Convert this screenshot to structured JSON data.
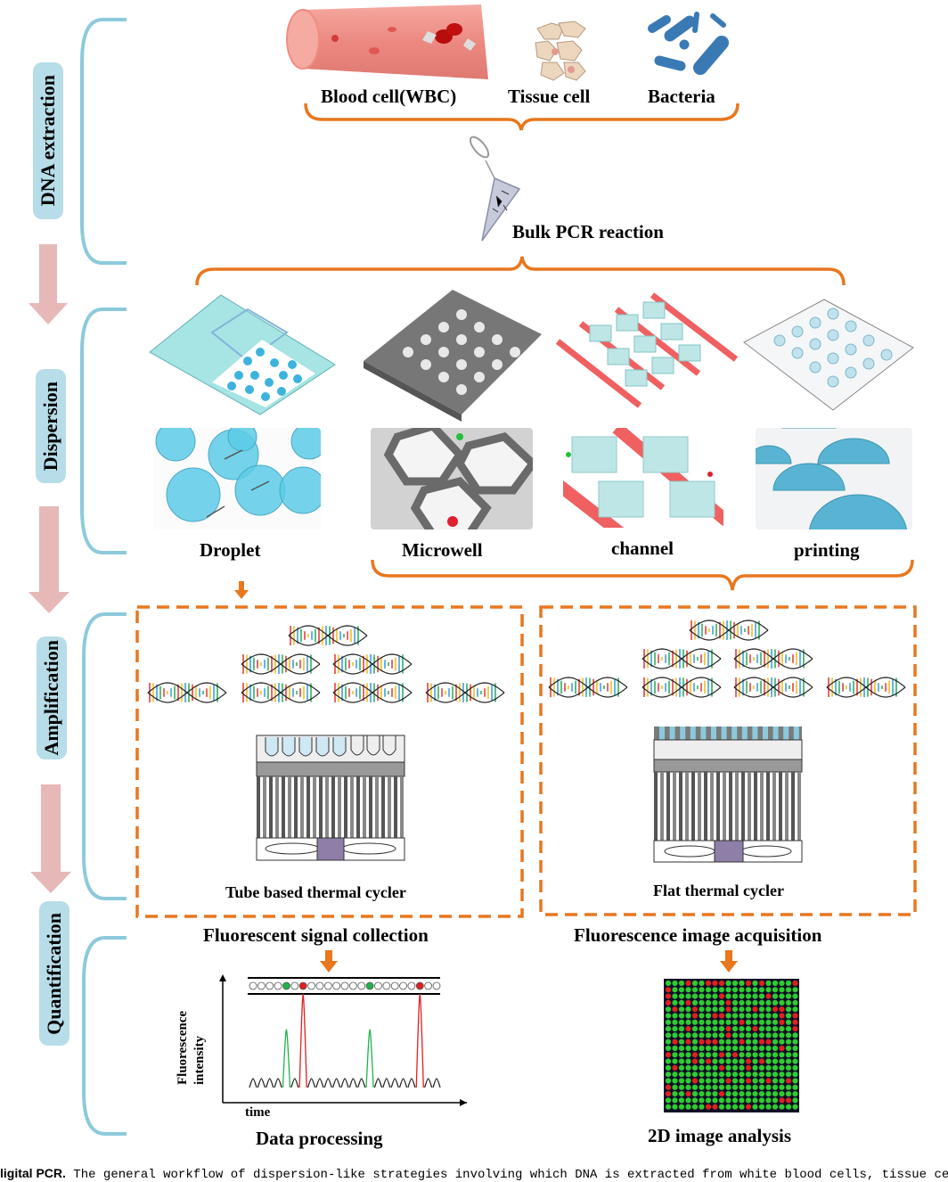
{
  "stages": [
    {
      "label": "DNA extraction"
    },
    {
      "label": "Dispersion"
    },
    {
      "label": "Amplification"
    },
    {
      "label": "Quantification"
    }
  ],
  "sources": [
    {
      "label": "Blood cell(WBC)"
    },
    {
      "label": "Tissue cell"
    },
    {
      "label": "Bacteria"
    }
  ],
  "bulk_pcr": {
    "label": "Bulk PCR reaction"
  },
  "dispersion_methods": [
    {
      "label": "Droplet"
    },
    {
      "label": "Microwell"
    },
    {
      "label": "channel"
    },
    {
      "label": "printing"
    }
  ],
  "amplification": {
    "left_label": "Tube based thermal cycler",
    "right_label": "Flat thermal cycler",
    "dna_rows": [
      1,
      2,
      4
    ]
  },
  "quantification": {
    "left_title": "Fluorescent signal collection",
    "right_title": "Fluorescence image acquisition",
    "plot_ylabel_1": "Fluorescence",
    "plot_ylabel_2": "intensity",
    "plot_xlabel": "time",
    "left_footer": "Data processing",
    "right_footer": "2D image analysis",
    "droplet_sequence": "OOOOGOROOOOOOOGOOOOOROO",
    "grid_rows": [
      "GGGRGGRRRGGGRGRGGGGR",
      "RGGGGGGGGGGGGGGGGGGG",
      "RGGGGGGGRGGGGGGRGGGG",
      "RGGRGGGGGRGGGGGGGGGG",
      "GRGGRGGGGRGGGRGGRRGG",
      "GGGGRGGRRGGGGGGGGRGR",
      "GGGGGGGGGGGRGGGGGRGR",
      "GGGRGGGGGRGGGRGGGGGR",
      "GGGGGGGGGRGGGGGGGGGG",
      "GRGRGRRRGGGRGGRRGGGG",
      "GGGGGGGGGGGGGGGGGRGG",
      "RGGGRGGGRGRGGGGGGGGG",
      "GGGGRGRGGGGGRGRGGGGG",
      "GRGGGGGGRGGGRGGGGGGG",
      "GGGGGGGGGGGGGGGGGGGG",
      "GGGGRGGGGRGGRGGRGGRG",
      "RGGGGGGGGGGGGGGGGGGG",
      "RGGRGGGGRGGGGGGGGGGG",
      "GGGGGGGGGGGGGGGGGRRG",
      "GGGGGGRRGGGGRGGGGGGG"
    ]
  },
  "caption": {
    "bold": "ligital PCR.",
    "text": " The general workflow of dispersion-like strategies involving which DNA is extracted from white blood cells, tissue cells"
  },
  "colors": {
    "stage_bg": "#b7dde8",
    "bracket_blue": "#8ccadb",
    "brace_orange": "#e8771e",
    "flow_arrow": "#e6b8b7",
    "green_signal": "#22b14c",
    "red_signal": "#e02020"
  }
}
